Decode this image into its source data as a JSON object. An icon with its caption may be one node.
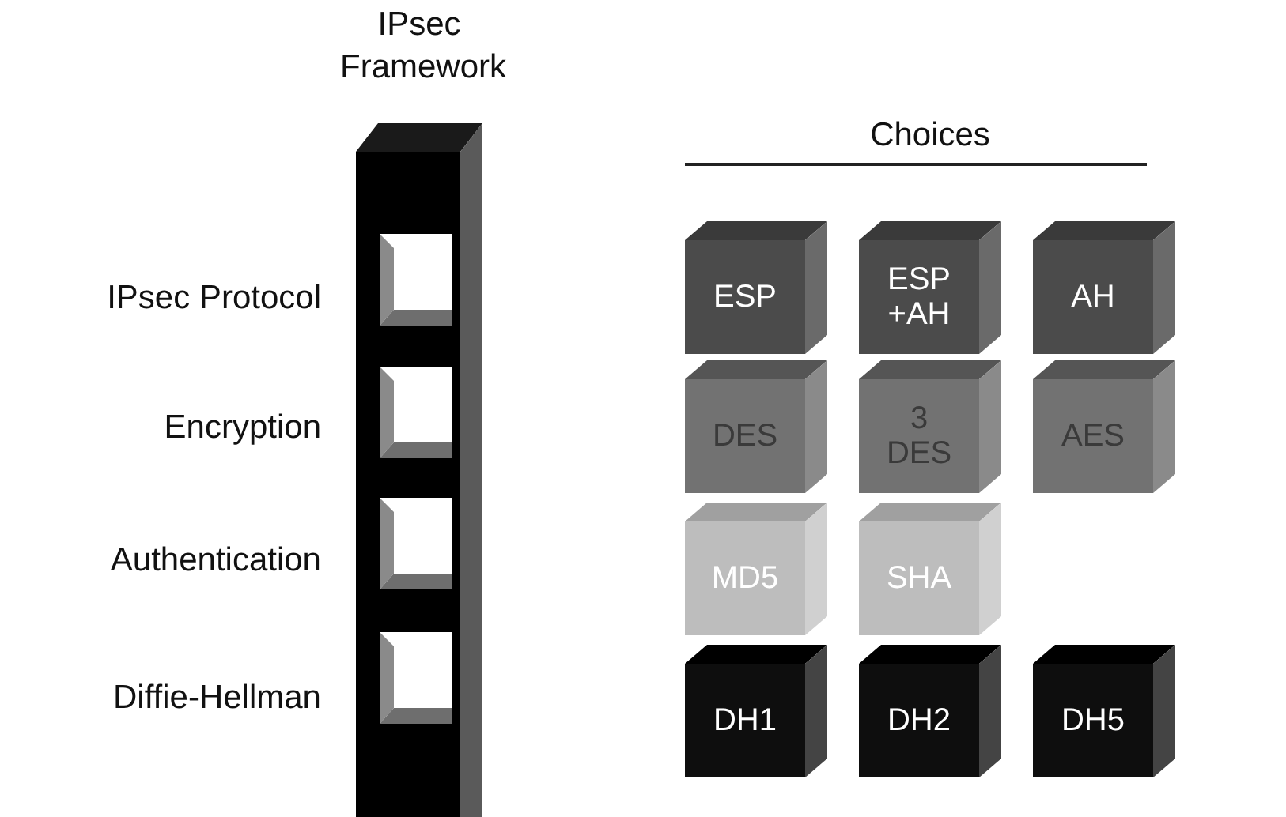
{
  "diagram": {
    "nodes": [
      {
        "text": [
          "IPsec Framework"
        ]
      },
      {
        "text": [],
        "shape": "box",
        "in": 0
      },
      {
        "text": [],
        "shape": "box",
        "in": 0
      },
      {
        "text": [],
        "shape": "box",
        "in": 0
      },
      {
        "text": [],
        "shape": "box",
        "in": 0
      },
      {
        "text": [
          "ESP"
        ]
      },
      {
        "text": [
          "ESP +AH"
        ]
      },
      {
        "text": [
          "AH"
        ]
      },
      {
        "text": [
          "DES"
        ]
      },
      {
        "text": [
          "3 DES"
        ]
      },
      {
        "text": [
          "AES"
        ]
      },
      {
        "text": [
          "MD5"
        ]
      },
      {
        "text": [
          "SHA"
        ]
      },
      {
        "text": [
          "DH1"
        ]
      },
      {
        "text": [
          "DH2"
        ]
      },
      {
        "text": [
          "DH5"
        ]
      }
    ],
    "labels": [
      "Choices",
      "IPsec Protocol",
      "Encryption",
      "Authentication",
      "Diffie-Hellman"
    ]
  }
}
